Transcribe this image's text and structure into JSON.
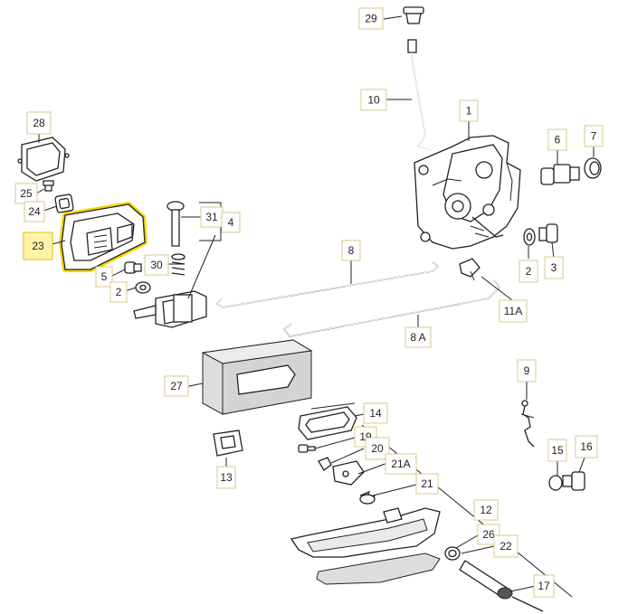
{
  "diagram": {
    "highlight_color": "#f5d400",
    "label_border_color": "#d9c98a",
    "highlighted_part": "23",
    "parts": [
      {
        "id": "p29",
        "label": "29"
      },
      {
        "id": "p10",
        "label": "10"
      },
      {
        "id": "p1",
        "label": "1"
      },
      {
        "id": "p28",
        "label": "28"
      },
      {
        "id": "p6",
        "label": "6"
      },
      {
        "id": "p7",
        "label": "7"
      },
      {
        "id": "p25",
        "label": "25"
      },
      {
        "id": "p24",
        "label": "24"
      },
      {
        "id": "p31",
        "label": "31"
      },
      {
        "id": "p4",
        "label": "4"
      },
      {
        "id": "p23",
        "label": "23"
      },
      {
        "id": "p8",
        "label": "8"
      },
      {
        "id": "p30",
        "label": "30"
      },
      {
        "id": "p5",
        "label": "5"
      },
      {
        "id": "p2a",
        "label": "2"
      },
      {
        "id": "p2b",
        "label": "2"
      },
      {
        "id": "p3",
        "label": "3"
      },
      {
        "id": "p11a",
        "label": "11A"
      },
      {
        "id": "p8a",
        "label": "8 A"
      },
      {
        "id": "p9",
        "label": "9"
      },
      {
        "id": "p27",
        "label": "27"
      },
      {
        "id": "p14",
        "label": "14"
      },
      {
        "id": "p19",
        "label": "19"
      },
      {
        "id": "p20",
        "label": "20"
      },
      {
        "id": "p21a",
        "label": "21A"
      },
      {
        "id": "p13",
        "label": "13"
      },
      {
        "id": "p15",
        "label": "15"
      },
      {
        "id": "p16",
        "label": "16"
      },
      {
        "id": "p21",
        "label": "21"
      },
      {
        "id": "p12",
        "label": "12"
      },
      {
        "id": "p26",
        "label": "26"
      },
      {
        "id": "p22",
        "label": "22"
      },
      {
        "id": "p17",
        "label": "17"
      }
    ]
  }
}
